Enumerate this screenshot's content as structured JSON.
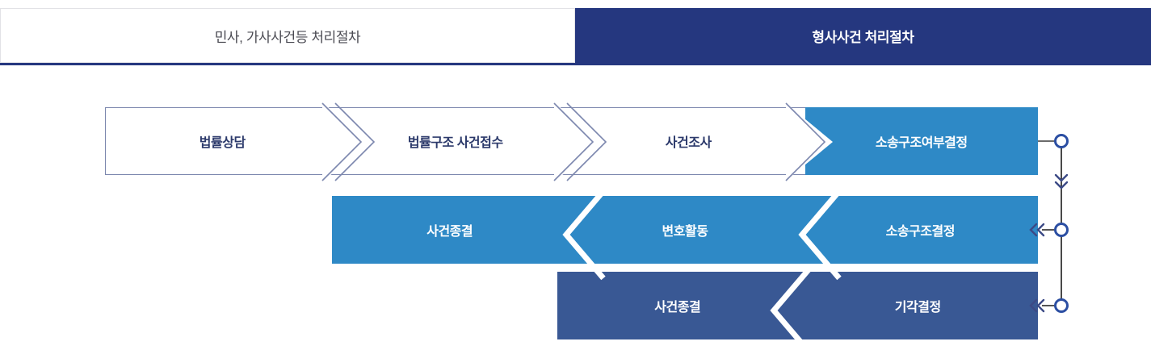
{
  "tabs": [
    {
      "label": "민사, 가사사건등 처리절차",
      "active": false
    },
    {
      "label": "형사사건 처리절차",
      "active": true
    }
  ],
  "colors": {
    "navy": "#25377f",
    "blue": "#2e89c6",
    "dark_blue": "#395894",
    "outline": "#7c87ae",
    "text_navy": "#2c3a6b",
    "white": "#ffffff"
  },
  "flow": {
    "row1": {
      "direction": "left-to-right",
      "style": "outline",
      "steps": [
        {
          "label": "법률상담",
          "filled": false
        },
        {
          "label": "법률구조 사건접수",
          "filled": false
        },
        {
          "label": "사건조사",
          "filled": false
        },
        {
          "label": "소송구조여부결정",
          "filled": true
        }
      ]
    },
    "row2": {
      "direction": "right-to-left",
      "style": "blue",
      "steps": [
        {
          "label": "사건종결"
        },
        {
          "label": "변호활동"
        },
        {
          "label": "소송구조결정"
        }
      ]
    },
    "row3": {
      "direction": "right-to-left",
      "style": "dark-blue",
      "steps": [
        {
          "label": "사건종결"
        },
        {
          "label": "기각결정"
        }
      ]
    },
    "connectors": {
      "node_icon": "circle-node-icon",
      "down_marker": "double-chevron-down-icon",
      "left_marker": "double-chevron-left-icon",
      "nodes": 3
    }
  }
}
